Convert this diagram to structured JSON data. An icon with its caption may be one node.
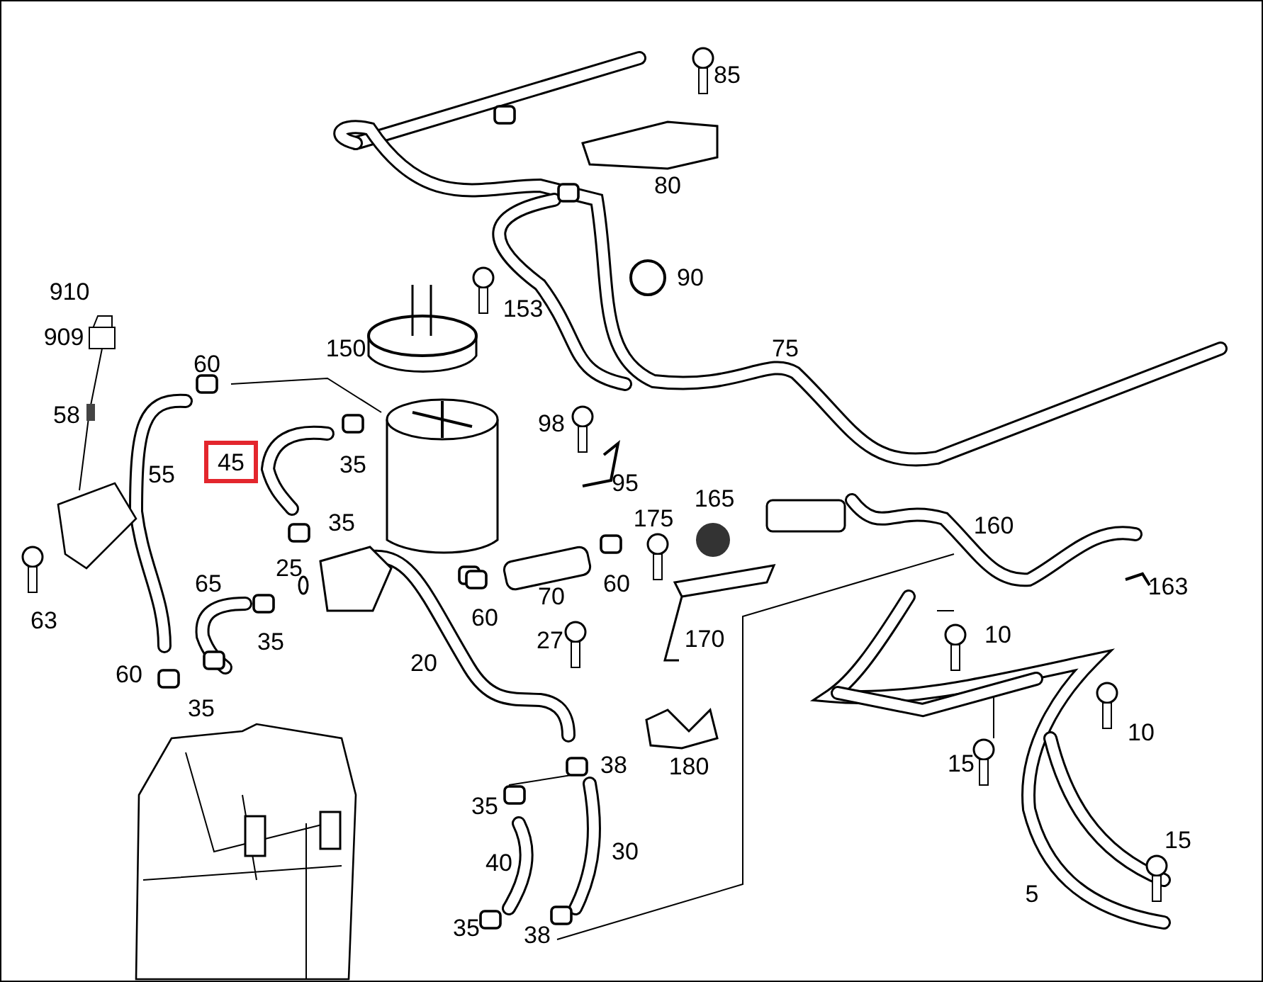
{
  "diagram": {
    "nodes": [
      {
        "text": [
          "45"
        ]
      }
    ],
    "labels": [
      "85",
      "80",
      "90",
      "910",
      "153",
      "909",
      "150",
      "75",
      "60",
      "58",
      "98",
      "35",
      "55",
      "95",
      "165",
      "175",
      "35",
      "160",
      "25",
      "65",
      "60",
      "163",
      "70",
      "60",
      "63",
      "10",
      "27",
      "170",
      "35",
      "20",
      "60",
      "35",
      "10",
      "15",
      "38",
      "180",
      "35",
      "15",
      "30",
      "40",
      "5",
      "35",
      "38"
    ]
  }
}
